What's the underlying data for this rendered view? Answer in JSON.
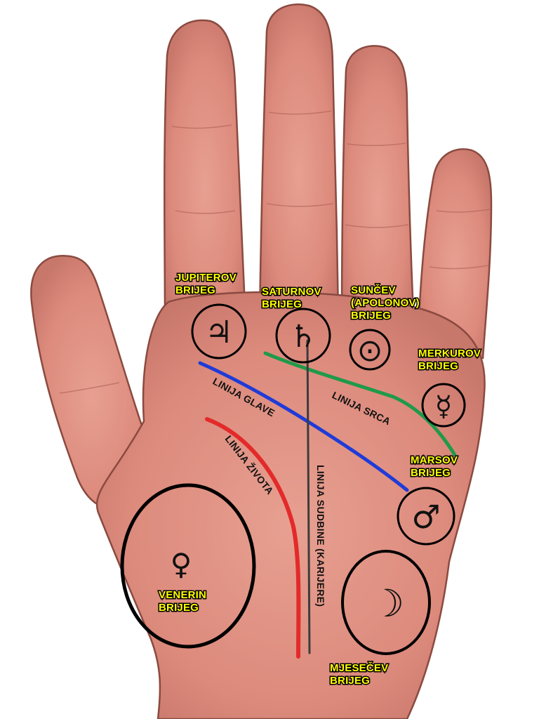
{
  "mounts": {
    "jupiter": {
      "line1": "JUPITEROV",
      "line2": "BRIJEG",
      "symbol": "♃"
    },
    "saturn": {
      "line1": "SATURNOV",
      "line2": "BRIJEG",
      "symbol": "♄"
    },
    "sun": {
      "line1": "SUNČEV",
      "line2": "(APOLONOV)",
      "line3": "BRIJEG",
      "symbol": "⊙"
    },
    "mercury": {
      "line1": "MERKUROV",
      "line2": "BRIJEG",
      "symbol": "☿"
    },
    "mars": {
      "line1": "MARSOV",
      "line2": "BRIJEG",
      "symbol": "♂"
    },
    "venus": {
      "line1": "VENERIN",
      "line2": "BRIJEG",
      "symbol": "♀"
    },
    "moon": {
      "line1": "MJESEČEV",
      "line2": "BRIJEG",
      "symbol": "☽"
    }
  },
  "lines": {
    "head": {
      "label": "LINIJA GLAVE",
      "color": "#1f3bd8"
    },
    "heart": {
      "label": "LINIJA SRCA",
      "color": "#1f9a4a"
    },
    "life": {
      "label": "LINIJA ŽIVOTA",
      "color": "#e32a2a"
    },
    "fate": {
      "label": "LINIJA SUDBINE (KARIJERE)",
      "color": "#3c3c3c"
    }
  },
  "colors": {
    "skin": "#e08e80",
    "skin_shadow": "#c9746a",
    "label_fill": "#ffff00",
    "label_outline": "#000000"
  }
}
